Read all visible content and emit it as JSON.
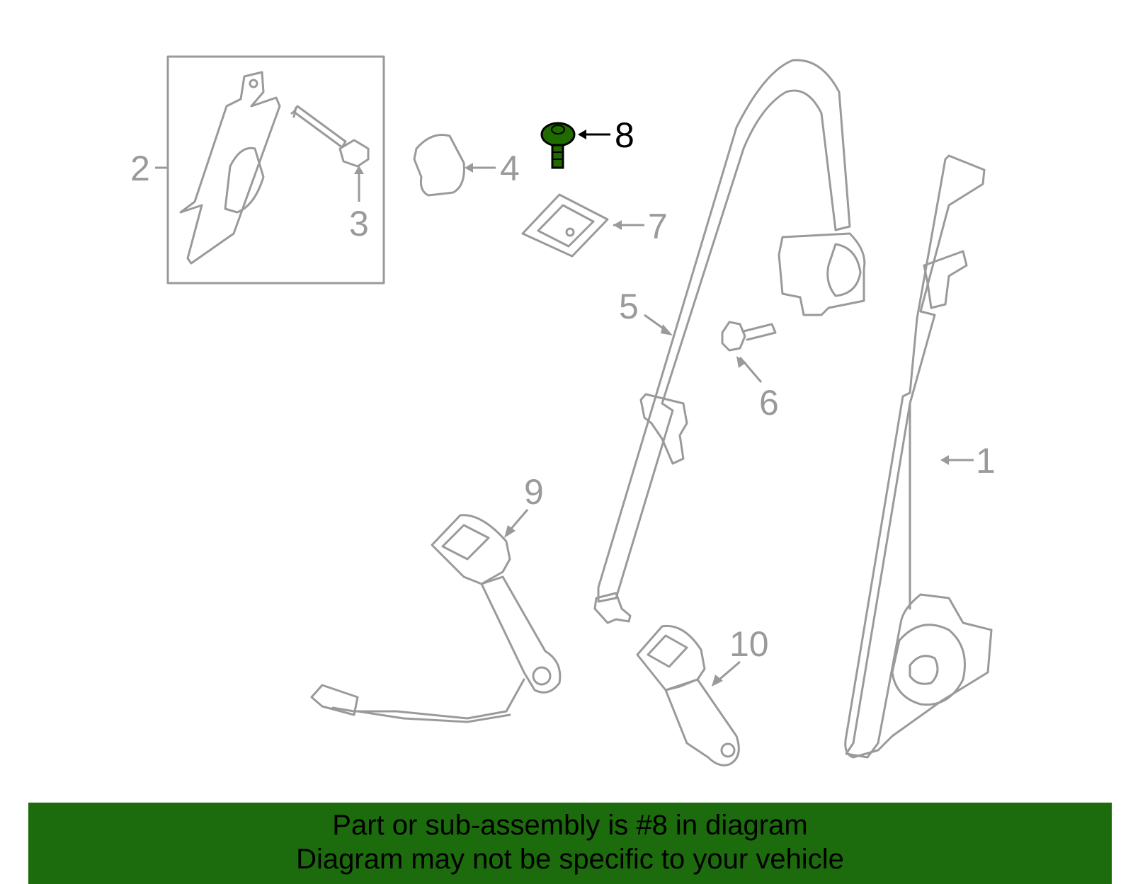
{
  "diagram": {
    "highlighted_part": "8",
    "highlight_color": "#1f6b00",
    "callouts": [
      "1",
      "2",
      "3",
      "4",
      "5",
      "6",
      "7",
      "8",
      "9",
      "10"
    ]
  },
  "banner": {
    "line1": "Part or sub-assembly is #8 in diagram",
    "line2": "Diagram may not be specific to your vehicle",
    "background_color": "#1c6b0c"
  }
}
